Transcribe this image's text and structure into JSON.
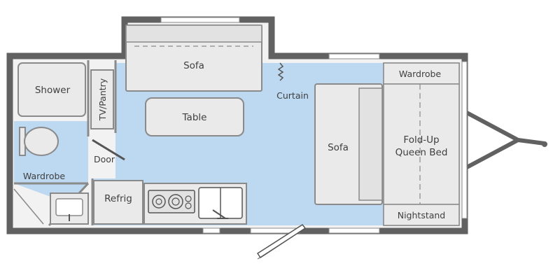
{
  "floorplan": {
    "colors": {
      "wall": "#616161",
      "living_area": "#bcd9f1",
      "furniture": "#eaeaea",
      "furniture_stroke": "#8a8a8a",
      "window": "#ffffff",
      "label": "#3f3f3f"
    },
    "labels": {
      "sofa_front": "Sofa",
      "shower": "Shower",
      "tv_pantry": "TV/Pantry",
      "table": "Table",
      "curtain": "Curtain",
      "sofa_rear": "Sofa",
      "wardrobe_right": "Wardrobe",
      "bed_line1": "Fold-Up",
      "bed_line2": "Queen Bed",
      "nightstand": "Nightstand",
      "wardrobe_left": "Wardrobe",
      "door": "Door",
      "refrig": "Refrig"
    }
  }
}
